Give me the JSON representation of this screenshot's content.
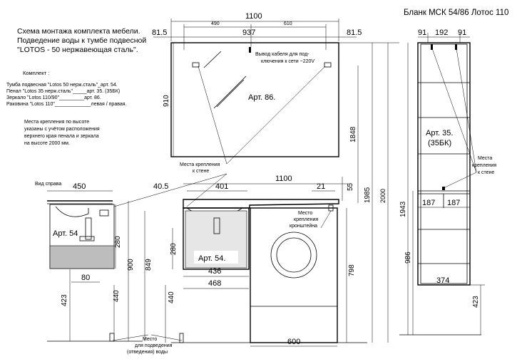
{
  "header": {
    "form_title": "Бланк МСК 54/86 Лотос 110",
    "scheme_title": [
      "Схема монтажа комплекта мебели.",
      "Подведение воды к тумбе подвесной",
      "\"LOTOS - 50 нержавеющая сталь\"."
    ]
  },
  "kit": {
    "heading": "Комплект :",
    "items": [
      "Тумба подвесная \"Lotos 50 нерж.сталь\"_арт. 54.",
      "Пенал \"Lotos 35 нерж.сталь\"_____арт. 35. (35БК)",
      "Зеркало \"Lotos 110/90\"_________арт. 86.",
      "Раковина \"Lotos 110\"_____________левая / правая."
    ]
  },
  "mount_note": [
    "Места крепления по высоте",
    "указаны с учётом расположения",
    "верхнего края пенала и зеркала",
    "на высоте 2000 мм."
  ],
  "labels": {
    "side_view": "Вид  справа",
    "mirror_art": "Арт. 86.",
    "cabinet_art": "Арт. 54.",
    "side_art": "Арт. 54",
    "tall_art": [
      "Арт. 35.",
      "(35БК)"
    ],
    "cable": [
      "Вывод кабеля для под-",
      "ключения к сети ~220V"
    ],
    "wall_mount": [
      "Места крепления",
      "к стене"
    ],
    "tall_mount": [
      "Места",
      "крепления",
      "к стене"
    ],
    "bracket": [
      "Место",
      "крепления",
      "кронштейна"
    ],
    "water": [
      "Место",
      "для подведения",
      "(отведения) воды"
    ]
  },
  "dims": {
    "top_1100": "1100",
    "top_490": "490",
    "top_610": "610",
    "left_815": "81.5",
    "mid_937": "937",
    "right_815": "81.5",
    "mirror_910": "910",
    "h_1848": "1848",
    "h_1985": "1985",
    "h_2000": "2000",
    "h_1943": "1943",
    "tall_91a": "91",
    "tall_192": "192",
    "tall_91b": "91",
    "tall_187a": "187",
    "tall_187b": "187",
    "tall_986": "986",
    "tall_374": "374",
    "tall_423": "423",
    "side_450": "450",
    "side_280": "280",
    "side_80": "80",
    "side_423": "423",
    "side_440": "440",
    "side_900": "900",
    "side_849": "849",
    "front_405": "40.5",
    "front_401": "401",
    "front_1100": "1100",
    "front_21": "21",
    "front_55": "55",
    "front_280": "280",
    "front_440": "440",
    "front_436": "436",
    "front_468": "468",
    "front_798": "798",
    "front_600": "600"
  }
}
